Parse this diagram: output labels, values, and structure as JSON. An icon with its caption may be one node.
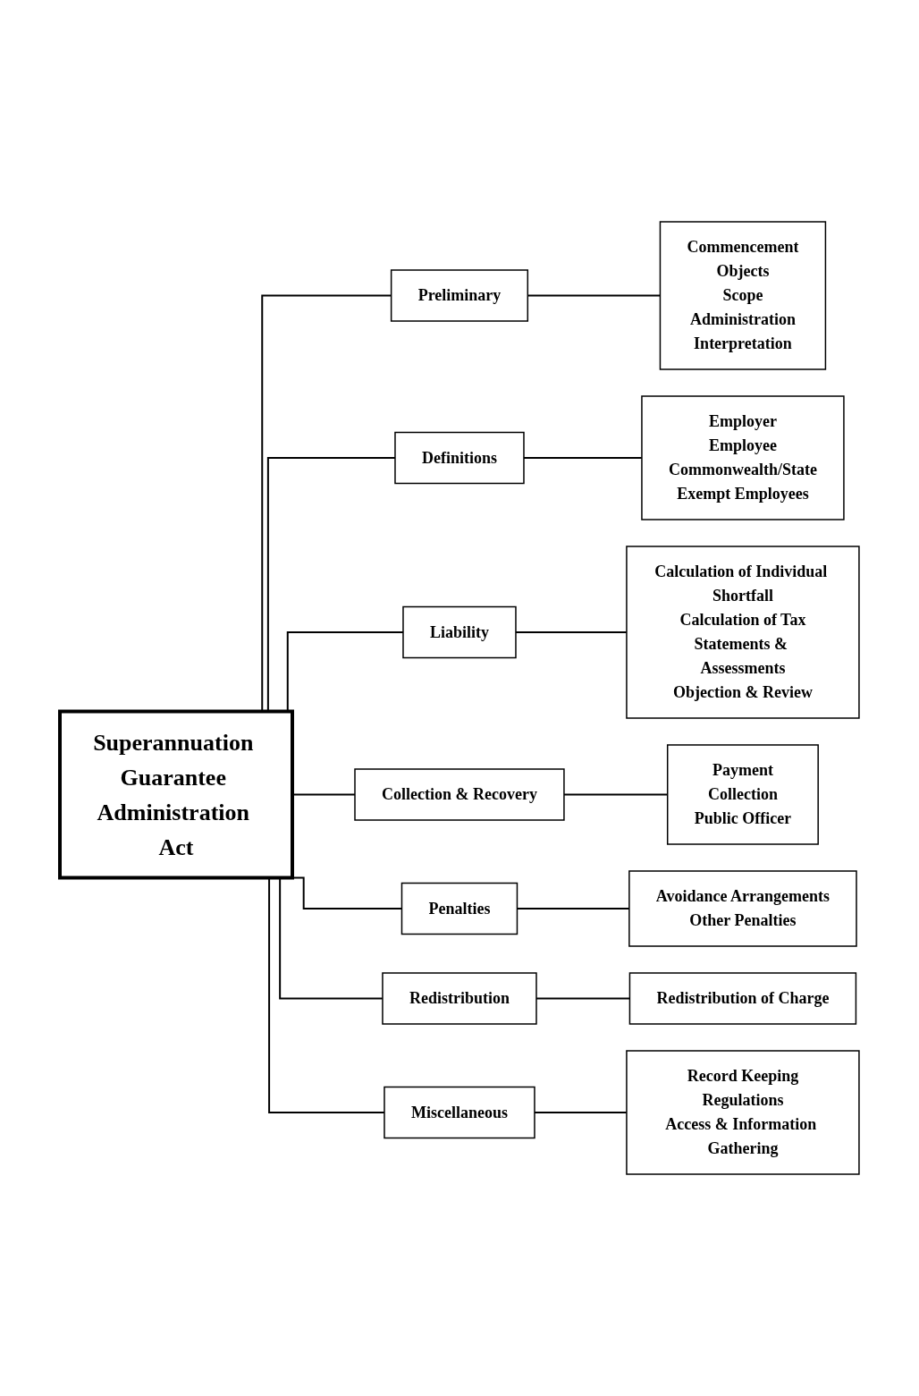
{
  "diagram": {
    "nodes": [
      {
        "text": [
          "Superannuation Guarantee Administration Act"
        ]
      },
      {
        "text": [
          "Preliminary"
        ]
      },
      {
        "text": [
          "Commencement",
          "Objects",
          "Scope",
          "Administration",
          "Interpretation"
        ]
      },
      {
        "text": [
          "Definitions"
        ]
      },
      {
        "text": [
          "Employer",
          "Employee",
          "Commonwealth/State",
          "Exempt Employees"
        ]
      },
      {
        "text": [
          "Liability"
        ]
      },
      {
        "text": [
          "Calculation of Individual Shortfall",
          "Calculation of Tax",
          "Statements & Assessments",
          "Objection & Review"
        ]
      },
      {
        "text": [
          "Collection & Recovery"
        ]
      },
      {
        "text": [
          "Payment",
          "Collection",
          "Public Officer"
        ]
      },
      {
        "text": [
          "Penalties"
        ]
      },
      {
        "text": [
          "Avoidance Arrangements",
          "Other Penalties"
        ]
      },
      {
        "text": [
          "Redistribution"
        ]
      },
      {
        "text": [
          "Redistribution of Charge"
        ]
      },
      {
        "text": [
          "Miscellaneous"
        ]
      },
      {
        "text": [
          "Record Keeping",
          "Regulations",
          "Access & Information Gathering"
        ]
      }
    ],
    "edges": [
      {
        "from": 0,
        "to": 1,
        "arrow": "none"
      },
      {
        "from": 0,
        "to": 3,
        "arrow": "none"
      },
      {
        "from": 0,
        "to": 5,
        "arrow": "none"
      },
      {
        "from": 0,
        "to": 7,
        "arrow": "none"
      },
      {
        "from": 0,
        "to": 9,
        "arrow": "none"
      },
      {
        "from": 0,
        "to": 11,
        "arrow": "none"
      },
      {
        "from": 0,
        "to": 13,
        "arrow": "none"
      },
      {
        "from": 1,
        "to": 2,
        "arrow": "none"
      },
      {
        "from": 3,
        "to": 4,
        "arrow": "none"
      },
      {
        "from": 5,
        "to": 6,
        "arrow": "none"
      },
      {
        "from": 7,
        "to": 8,
        "arrow": "none"
      },
      {
        "from": 9,
        "to": 10,
        "arrow": "none"
      },
      {
        "from": 11,
        "to": 12,
        "arrow": "none"
      },
      {
        "from": 13,
        "to": 14,
        "arrow": "none"
      }
    ]
  }
}
